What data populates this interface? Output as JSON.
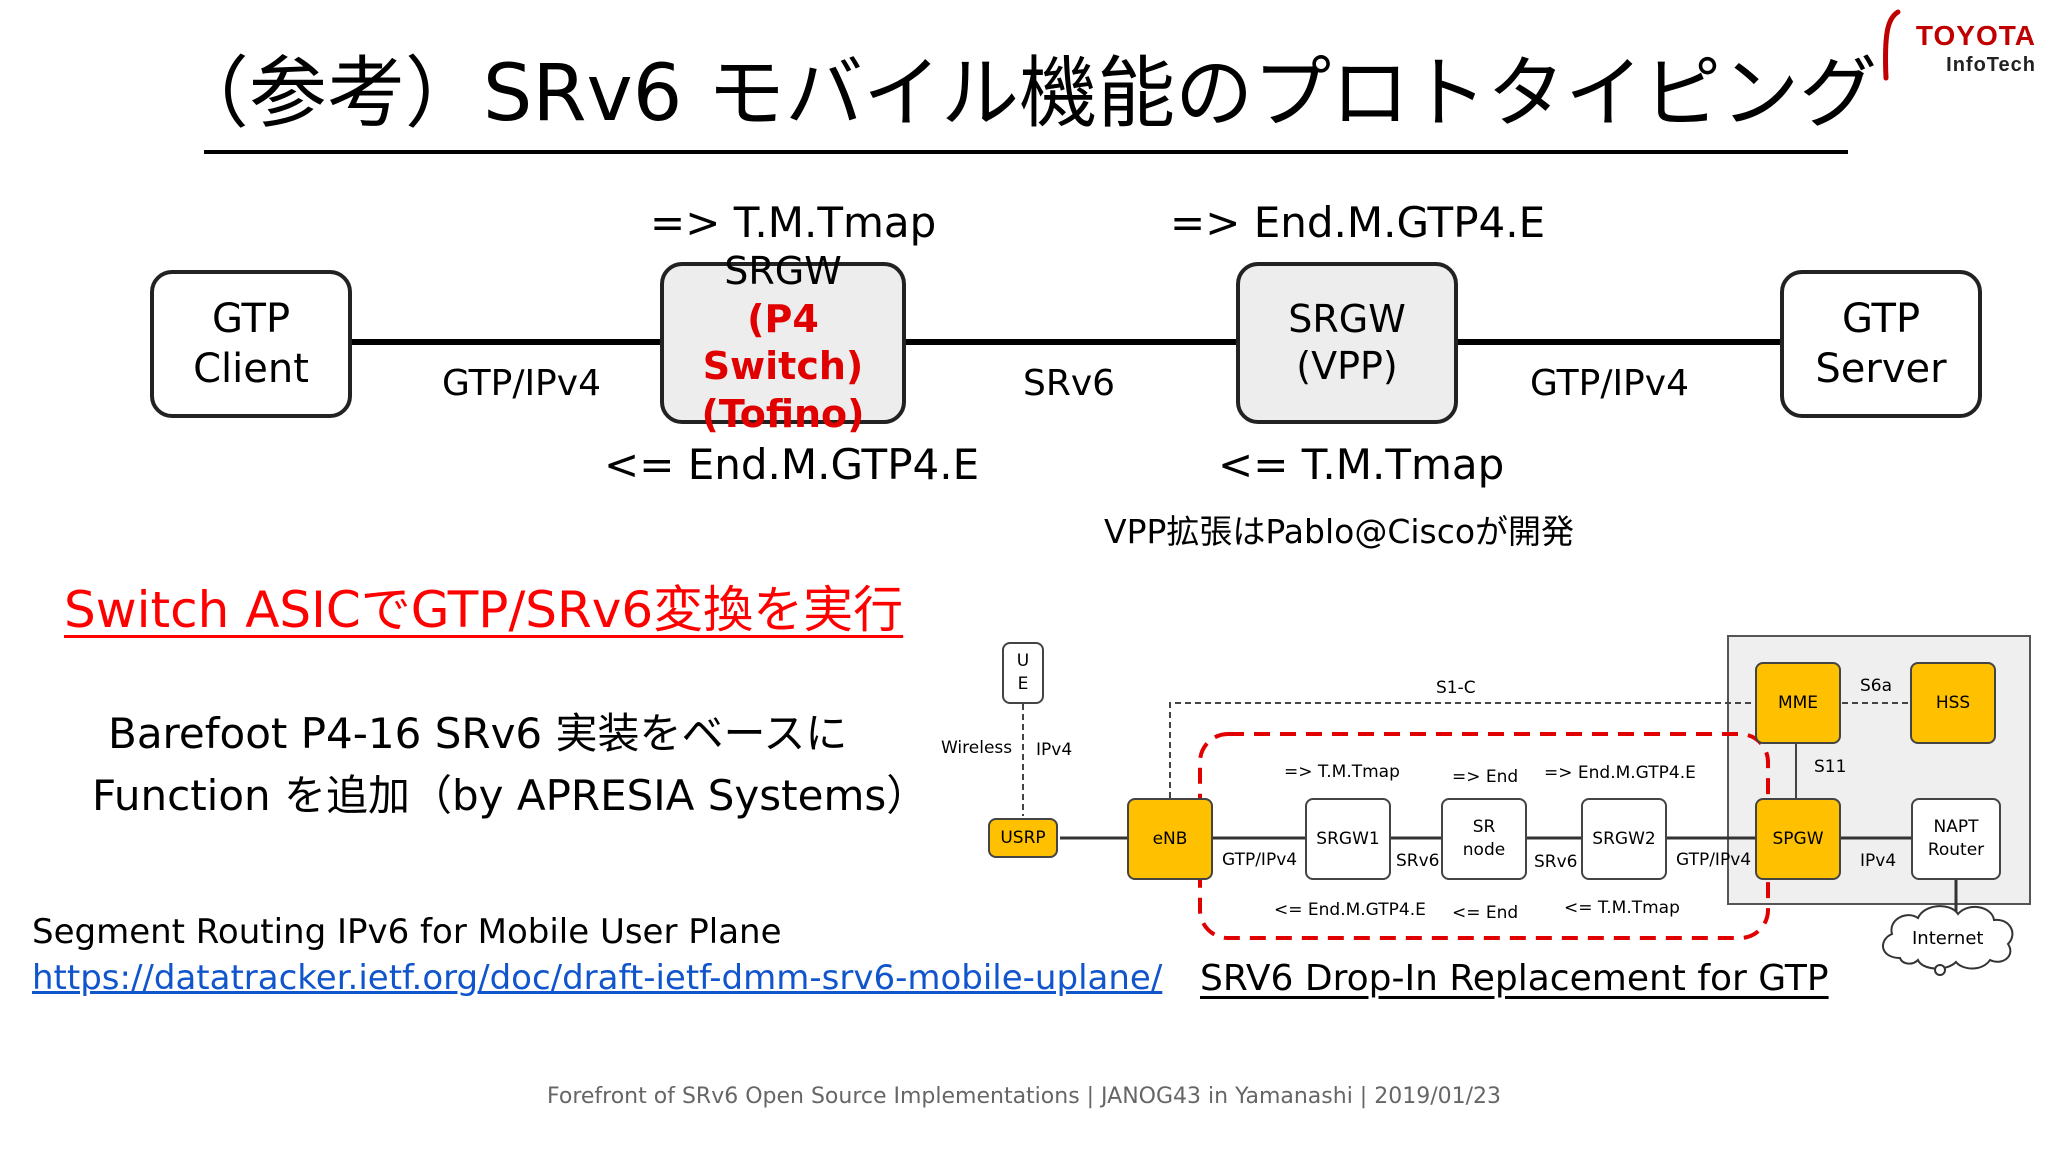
{
  "title": "（参考）SRv6 モバイル機能のプロトタイピング",
  "logo": {
    "line1": "TOYOTA",
    "line2": "InfoTech"
  },
  "top_diagram": {
    "gtp_client": {
      "line1": "GTP",
      "line2": "Client"
    },
    "srgw_p4": {
      "line1": "SRGW",
      "line2": "(P4 Switch)",
      "line3": "(Tofino)"
    },
    "srgw_vpp": {
      "line1": "SRGW",
      "line2": "(VPP)"
    },
    "gtp_server": {
      "line1": "GTP",
      "line2": "Server"
    },
    "link_left": "GTP/IPv4",
    "link_mid": "SRv6",
    "link_right": "GTP/IPv4",
    "p4_above": "=> T.M.Tmap",
    "p4_below": "<= End.M.GTP4.E",
    "vpp_above": "=> End.M.GTP4.E",
    "vpp_below": "<= T.M.Tmap",
    "vpp_note": "VPP拡張はPablo@Ciscoが開発"
  },
  "asic_statement": "Switch ASICでGTP/SRv6変換を実行",
  "description": {
    "line1": "Barefoot P4-16 SRv6 実装をベースに",
    "line2": "Function を追加（by APRESIA Systems）"
  },
  "reference": {
    "title": "Segment Routing IPv6 for Mobile User Plane",
    "url": "https://datatracker.ietf.org/doc/draft-ietf-dmm-srv6-mobile-uplane/"
  },
  "small_diagram": {
    "ue": {
      "line1": "U",
      "line2": "E"
    },
    "wireless": "Wireless",
    "ipv4_ue": "IPv4",
    "usrp": "USRP",
    "enb": "eNB",
    "srgw1": "SRGW1",
    "sr_node": {
      "line1": "SR",
      "line2": "node"
    },
    "srgw2": "SRGW2",
    "spgw": "SPGW",
    "mme": "MME",
    "hss": "HSS",
    "napt": {
      "line1": "NAPT",
      "line2": "Router"
    },
    "internet": "Internet",
    "s1c": "S1-C",
    "s6a": "S6a",
    "s11": "S11",
    "gtp_ipv4_a": "GTP/IPv4",
    "srv6_a": "SRv6",
    "srv6_b": "SRv6",
    "gtp_ipv4_b": "GTP/IPv4",
    "ipv4_out": "IPv4",
    "up1": "=> T.M.Tmap",
    "up2": "=> End",
    "up3": "=> End.M.GTP4.E",
    "down1": "<= End.M.GTP4.E",
    "down2": "<= End",
    "down3": "<= T.M.Tmap"
  },
  "caption": "SRV6 Drop-In Replacement for GTP",
  "footer": "Forefront of SRv6 Open Source Implementations | JANOG43 in Yamanashi | 2019/01/23",
  "colors": {
    "accent_red": "#e00000",
    "node_yellow": "#ffc000",
    "link_blue": "#1155cc"
  }
}
